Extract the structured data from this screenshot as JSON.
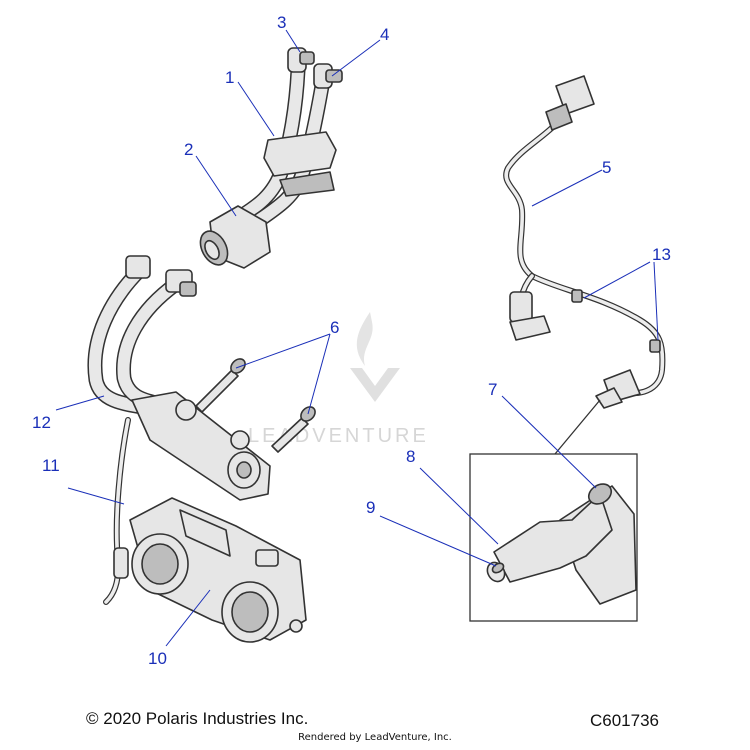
{
  "diagram": {
    "watermark_text": "LEADVENTURE",
    "callouts": [
      "1",
      "2",
      "3",
      "4",
      "5",
      "6",
      "7",
      "8",
      "9",
      "10",
      "11",
      "12",
      "13"
    ]
  },
  "footer": {
    "copyright": "© 2020 Polaris Industries Inc.",
    "drawing_id": "C601736",
    "rendered_by": "Rendered by LeadVenture, Inc."
  },
  "colors": {
    "callout": "#1a2fb8",
    "line": "#333333",
    "part_fill": "#e6e6e6"
  }
}
